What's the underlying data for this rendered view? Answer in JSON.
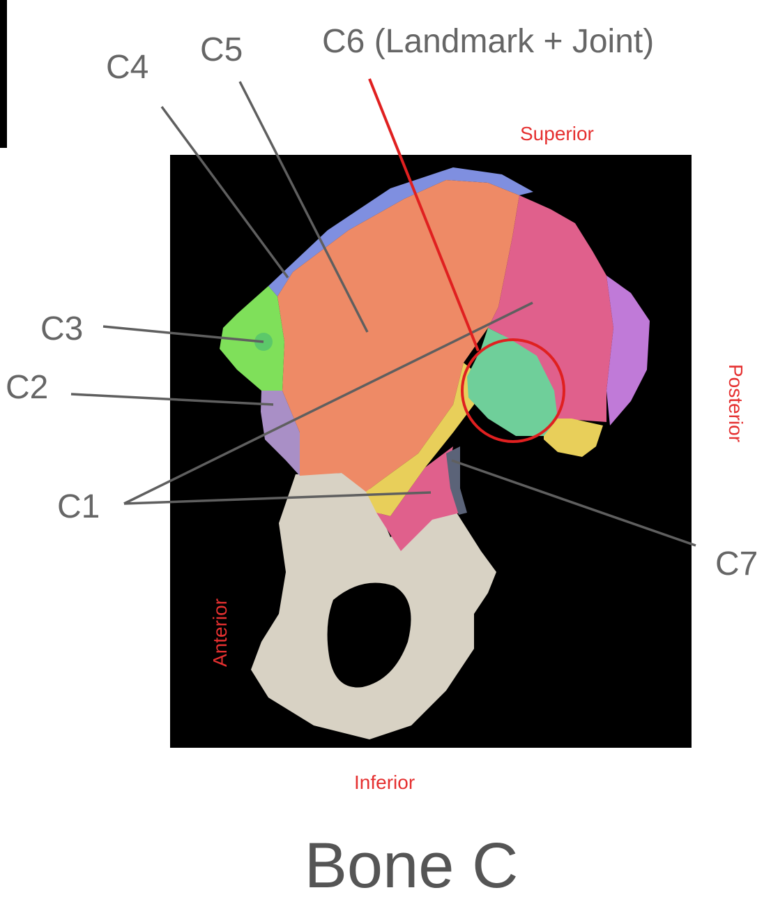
{
  "title": "Bone C",
  "callouts": {
    "c1": "C1",
    "c2": "C2",
    "c3": "C3",
    "c4": "C4",
    "c5": "C5",
    "c6": "C6 (Landmark + Joint)",
    "c7": "C7"
  },
  "orientation": {
    "superior": "Superior",
    "inferior": "Inferior",
    "anterior": "Anterior",
    "posterior": "Posterior"
  },
  "colors": {
    "panel_background": "#000000",
    "c1_region": "#e0608c",
    "c2_region": "#a98fc6",
    "c3_region": "#7fe05a",
    "c4_region": "#7f8fe0",
    "c5_region": "#ee8a66",
    "c6_region": "#6fcf9a",
    "c7_region": "#5b6378",
    "posterior_region": "#c07ad8",
    "articular_band": "#e8cf5a",
    "bone_unlabeled": "#d8d2c4",
    "highlight_circle": "#e02020",
    "leader_line": "#5f5f5f",
    "orientation_text": "#e53030"
  }
}
